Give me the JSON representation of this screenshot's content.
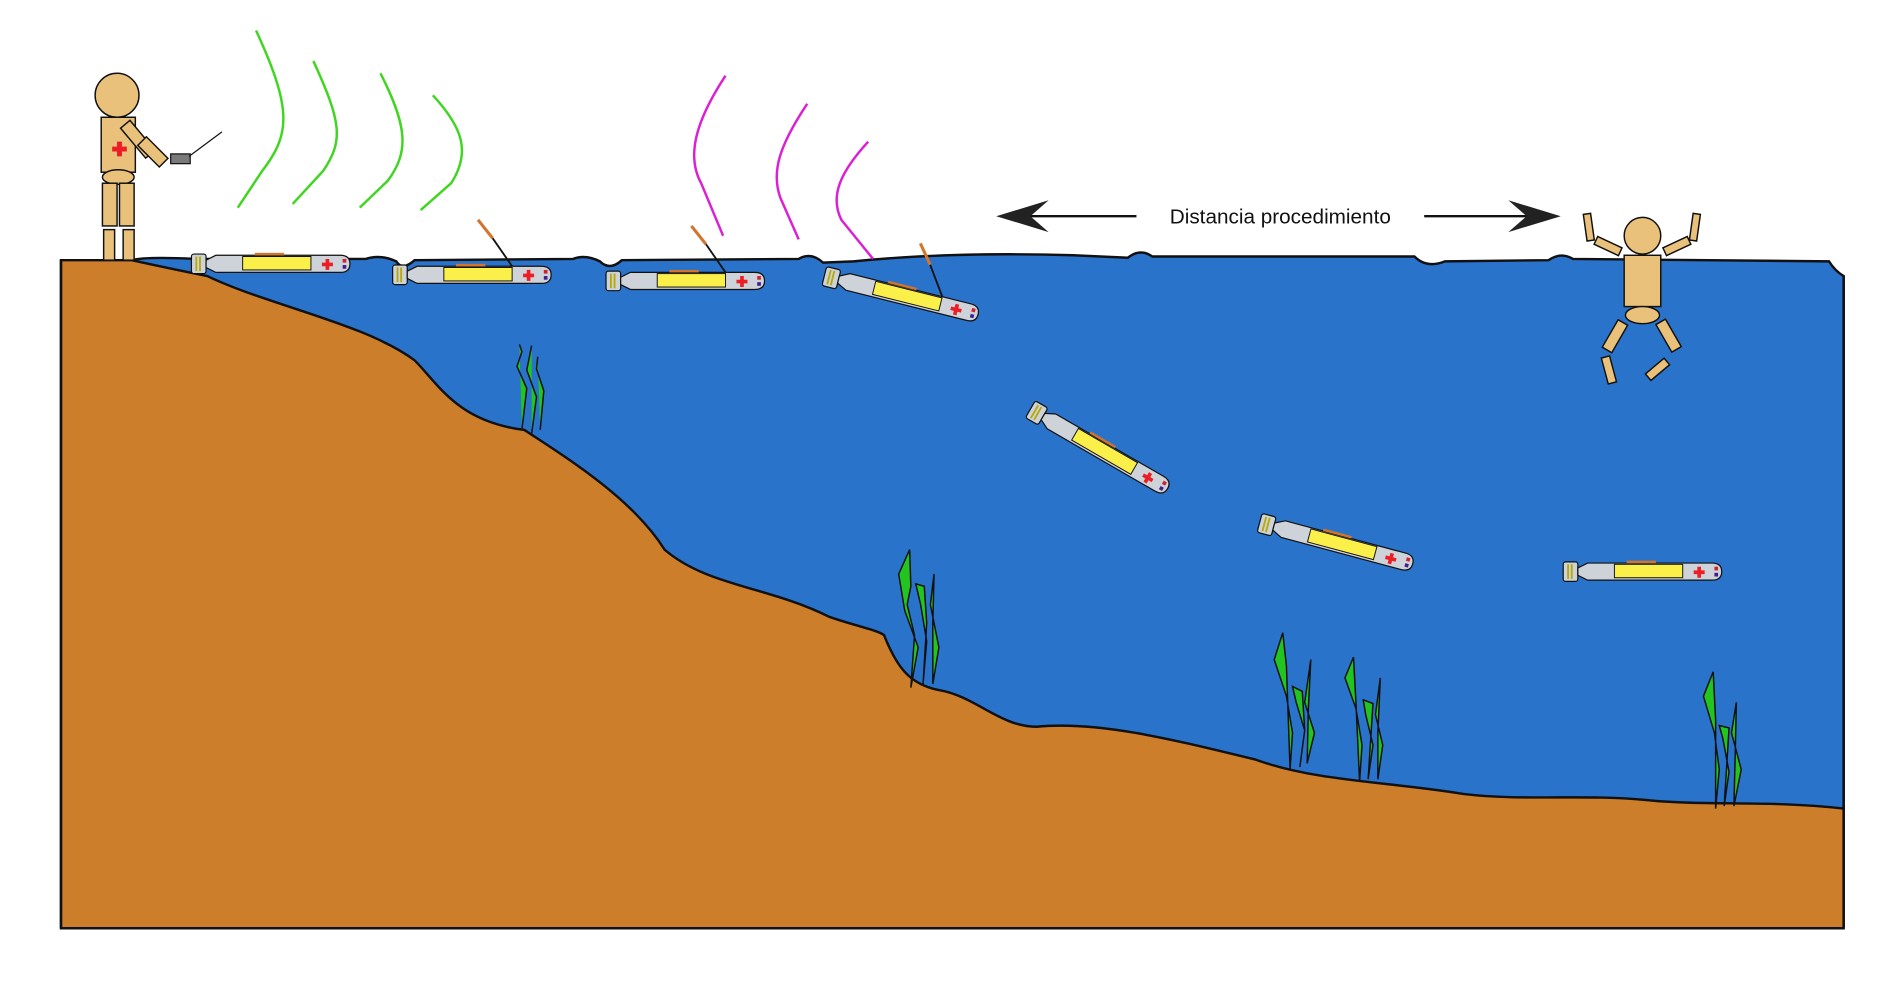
{
  "diagram": {
    "title_label": "Distancia procedimiento",
    "colors": {
      "water": "#2a73cb",
      "seabed": "#cd7e2b",
      "outline": "#111111",
      "figure_skin": "#e9c17a",
      "drone_body": "#cdd3d8",
      "drone_payload": "#fbf04a",
      "red_cross": "#ee1c24",
      "signal_controller": "#3ed61e",
      "signal_drone": "#dd1ed4",
      "seaweed": "#22c422",
      "antenna": "#d2742b"
    },
    "elements": {
      "operator": "rescuer-with-remote-controller",
      "victim": "swimmer-in-distress",
      "drones_count": 7,
      "signal_waves_controller": 4,
      "signal_waves_drone": 3,
      "seaweed_clumps": 5
    }
  }
}
